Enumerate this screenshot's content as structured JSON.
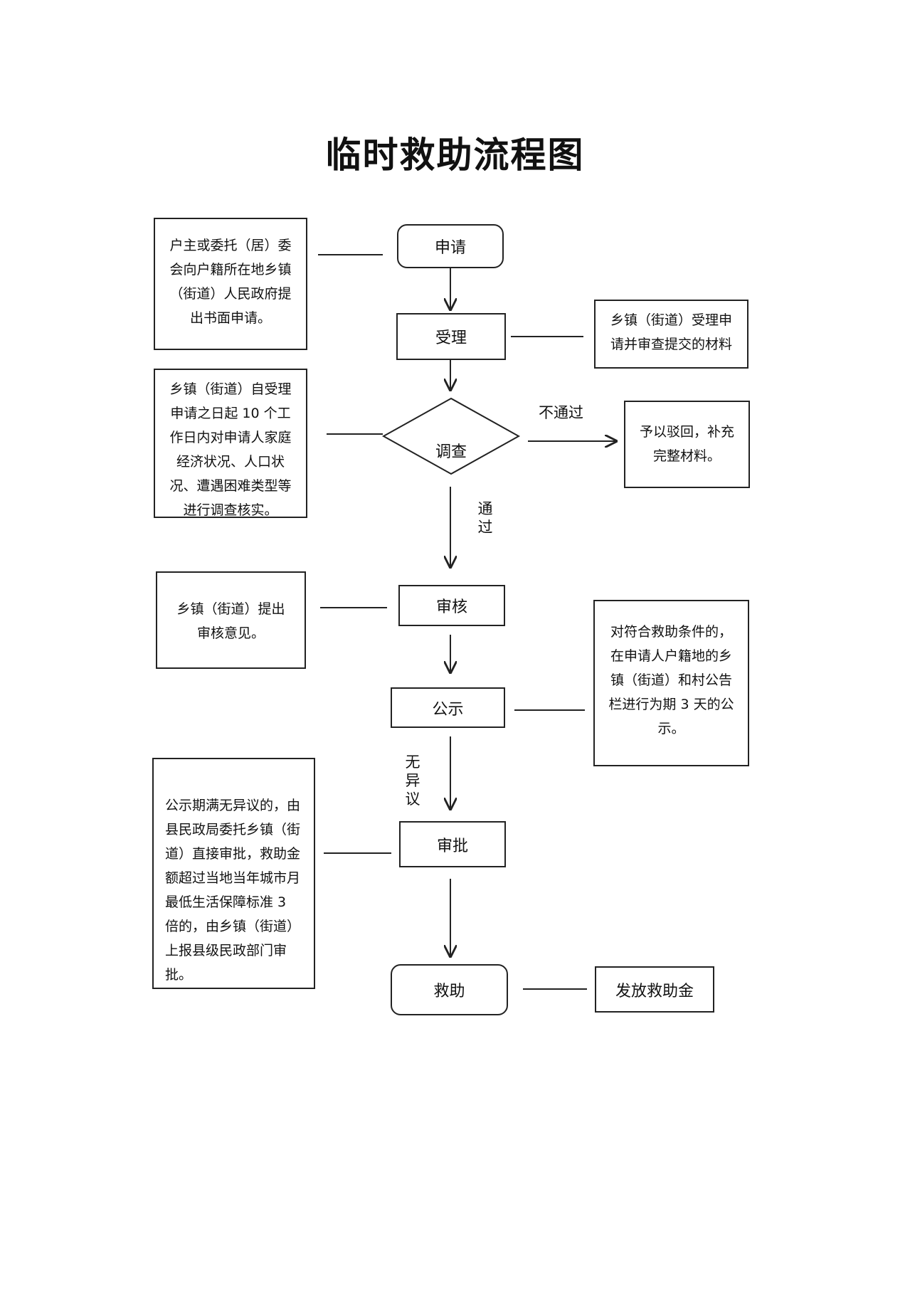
{
  "title": "临时救助流程图",
  "steps": {
    "apply": "申请",
    "accept": "受理",
    "investigate": "调查",
    "review": "审核",
    "publicize": "公示",
    "approve": "审批",
    "assist": "救助"
  },
  "notes": {
    "apply": "户主或委托（居）委会向户籍所在地乡镇（街道）人民政府提出书面申请。",
    "accept": "乡镇（街道）受理申请并审查提交的材料",
    "investigate": "乡镇（街道）自受理申请之日起 10 个工作日内对申请人家庭经济状况、人口状况、遭遇困难类型等进行调查核实。",
    "reject": "予以驳回，补充完整材料。",
    "review": "乡镇（街道）提出审核意见。",
    "publicize": "对符合救助条件的，在申请人户籍地的乡镇（街道）和村公告栏进行为期 3 天的公示。",
    "approve": "公示期满无异议的，由县民政局委托乡镇（街道）直接审批，救助金额超过当地当年城市月最低生活保障标准 3 倍的，由乡镇（街道）上报县级民政部门审批。",
    "assist": "发放救助金"
  },
  "labels": {
    "fail": "不通过",
    "pass": "通过",
    "no_objection": "无异议"
  }
}
